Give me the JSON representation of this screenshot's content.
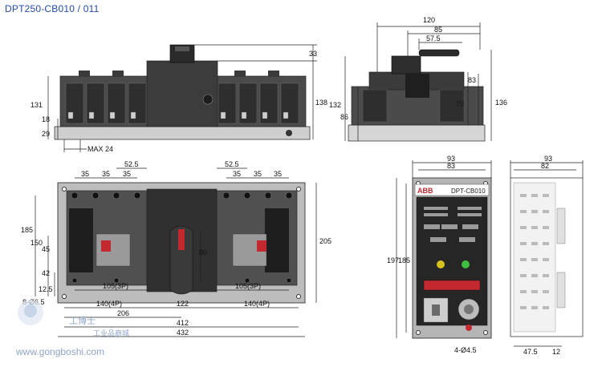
{
  "title": "DPT250-CB010 / 011",
  "top_view": {
    "dims": [
      "33",
      "131",
      "138",
      "18",
      "29",
      "MAX 24"
    ]
  },
  "side_view": {
    "dims": [
      "120",
      "85",
      "57.5",
      "132",
      "86",
      "70",
      "83",
      "136"
    ]
  },
  "front_view": {
    "dims": [
      "35",
      "35",
      "35",
      "52.5",
      "35",
      "35",
      "35",
      "52.5",
      "185",
      "205",
      "150",
      "45",
      "80",
      "42",
      "12.5",
      "105(3P)",
      "105(3P)",
      "140(4P)",
      "122",
      "140(4P)",
      "206",
      "412",
      "432",
      "8-Ø6.5"
    ]
  },
  "controller": {
    "brand": "ABB",
    "model": "DPT-CB010",
    "dims": [
      "93",
      "83",
      "197",
      "185",
      "4-Ø4.5"
    ]
  },
  "controller_side": {
    "dims": [
      "93",
      "82",
      "47.5",
      "12"
    ]
  },
  "watermark": {
    "cn_brand": "工博士",
    "cn_sub": "工业品商城",
    "url": "www.gongboshi.com"
  },
  "colors": {
    "title": "#1f4aa6",
    "body_dark": "#2b2b2b",
    "body_mid": "#5c5c5c",
    "panel_gray": "#b9b9b9",
    "controller_face": "#262626",
    "accent_red": "#c3282e",
    "led_green": "#3fbf3f",
    "led_yellow": "#d6c21c"
  }
}
